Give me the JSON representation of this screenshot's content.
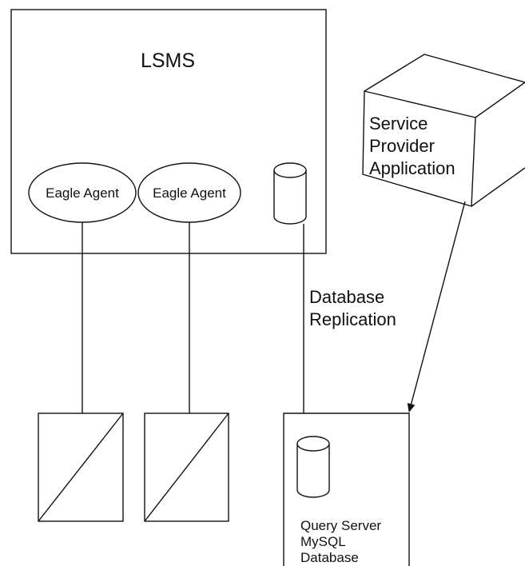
{
  "lsms": {
    "title": "LSMS",
    "agents": [
      {
        "label": "Eagle Agent"
      },
      {
        "label": "Eagle Agent"
      }
    ]
  },
  "service_provider": {
    "lines": [
      "Service",
      "Provider",
      "Application"
    ]
  },
  "replication": {
    "lines": [
      "Database",
      "Replication"
    ]
  },
  "query_server": {
    "lines": [
      "Query Server",
      "MySQL",
      "Database"
    ]
  }
}
